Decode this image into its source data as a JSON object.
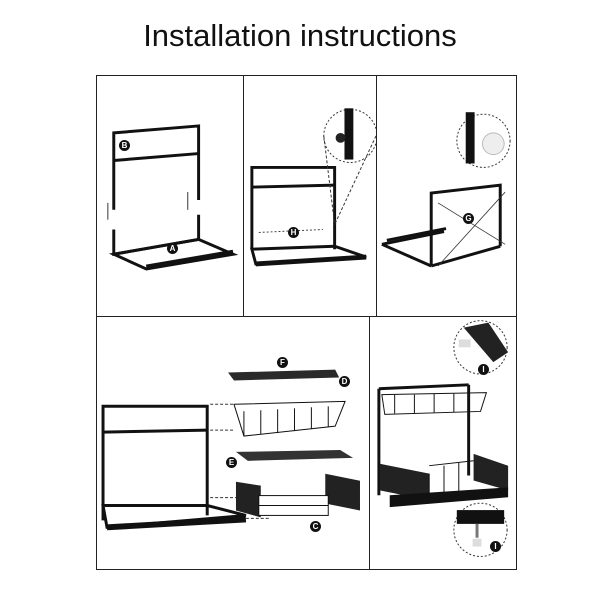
{
  "title": "Installation instructions",
  "steps": [
    {
      "labels": [
        "B",
        "A"
      ]
    },
    {
      "labels": [
        "H"
      ]
    },
    {
      "labels": [
        "G"
      ]
    },
    {
      "labels": [
        "F",
        "D",
        "E",
        "C"
      ]
    },
    {
      "labels": [
        "I",
        "I"
      ]
    }
  ]
}
